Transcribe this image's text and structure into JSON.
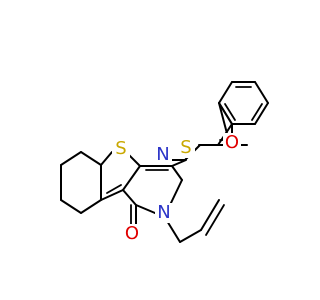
{
  "atoms": {
    "sulfur_thiophene": {
      "label": "S",
      "color": "#c9a800"
    },
    "sulfur_thioether": {
      "label": "S",
      "color": "#c9a800"
    },
    "nitrogen_ring": {
      "label": "N",
      "color": "#2b34c8"
    },
    "nitrogen_allyl": {
      "label": "N",
      "color": "#2b34c8"
    },
    "oxygen_ketone": {
      "label": "O",
      "color": "#e00000"
    },
    "oxygen_lactam": {
      "label": "O",
      "color": "#e00000"
    }
  },
  "colors": {
    "bond": "#000000",
    "background": "#ffffff"
  }
}
